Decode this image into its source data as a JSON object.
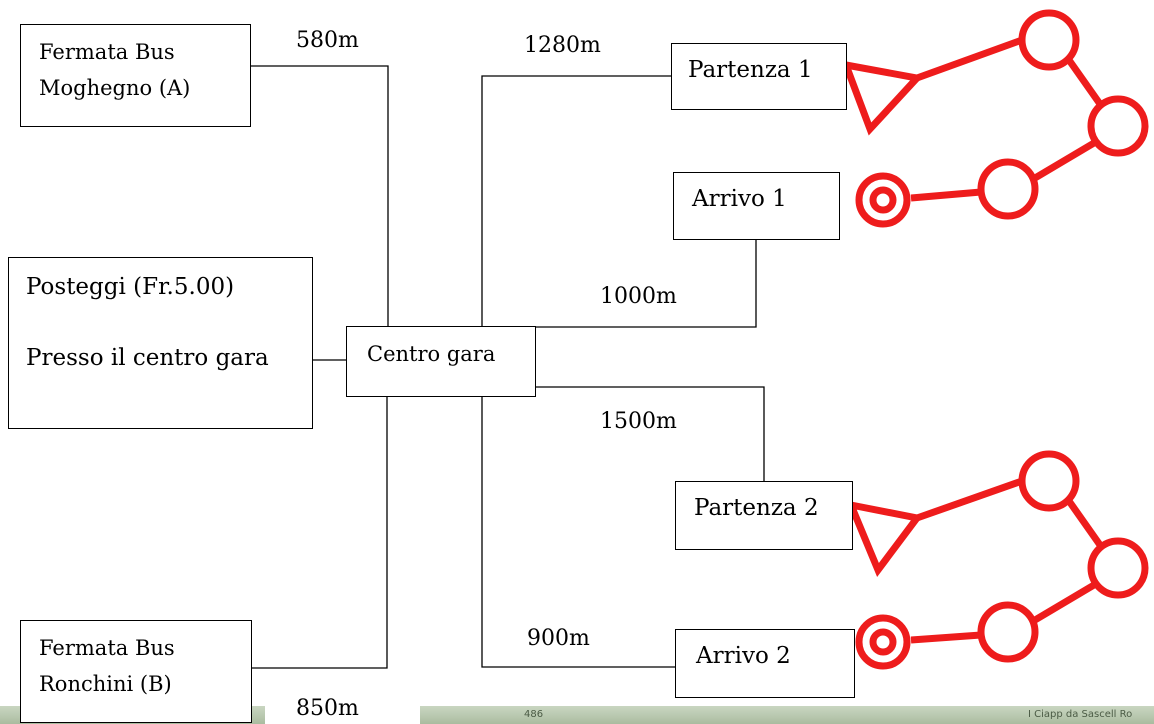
{
  "locations": {
    "bus_a": {
      "line1": "Fermata Bus",
      "line2": "Moghegno (A)"
    },
    "parking": {
      "line1": "Posteggi (Fr.5.00)",
      "line2": "Presso il centro gara"
    },
    "bus_b": {
      "line1": "Fermata Bus",
      "line2": "Ronchini (B)"
    },
    "center": {
      "label": "Centro gara"
    },
    "start1": {
      "label": "Partenza 1"
    },
    "finish1": {
      "label": "Arrivo 1"
    },
    "start2": {
      "label": "Partenza 2"
    },
    "finish2": {
      "label": "Arrivo 2"
    }
  },
  "distances": {
    "bus_a": "580m",
    "start1": "1280m",
    "finish1": "1000m",
    "start2": "1500m",
    "finish2": "900m",
    "bus_b": "850m"
  },
  "map_strip": {
    "elevation": "486",
    "place": "I Ciapp da Sascell Ro"
  },
  "colors": {
    "course": "#ee1c1c",
    "line": "#000000"
  }
}
